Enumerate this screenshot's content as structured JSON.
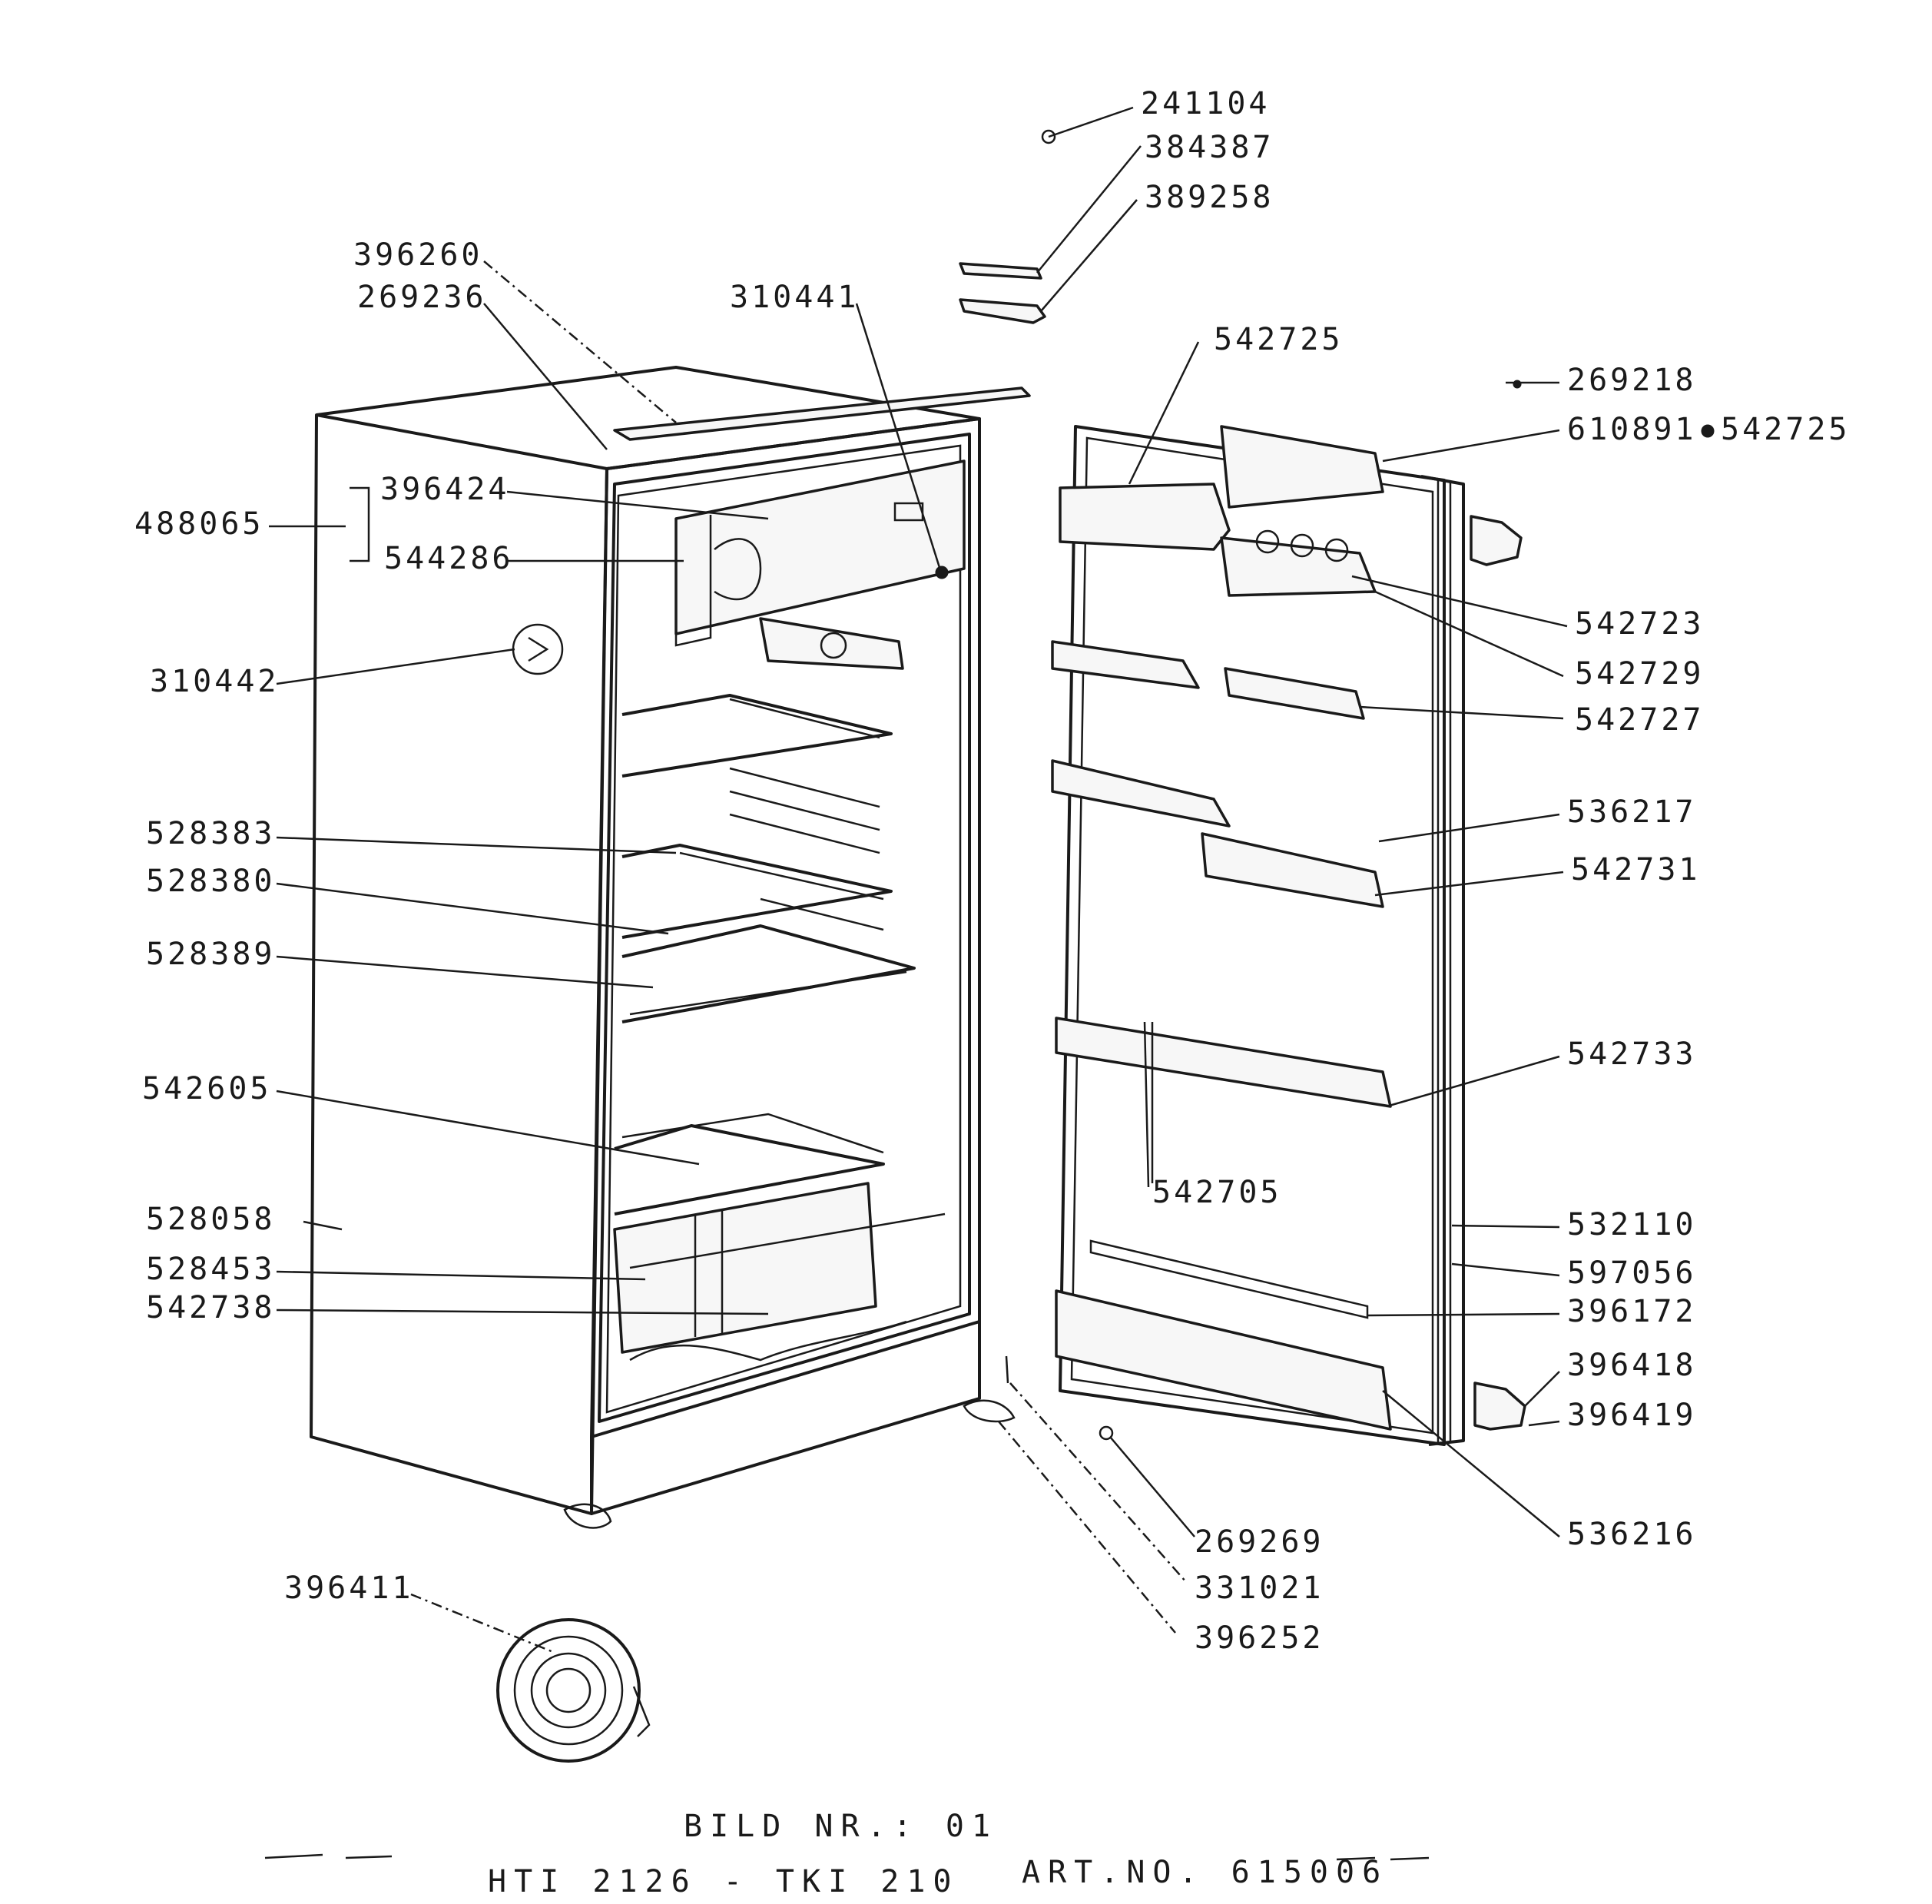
{
  "diagram": {
    "caption": {
      "figure": "BILD  NR.: 01",
      "model": "HTI  2126 - TKI  210",
      "article": "ART.NO. 615006"
    },
    "parts": [
      {
        "id": "241104"
      },
      {
        "id": "384387"
      },
      {
        "id": "389258"
      },
      {
        "id": "396260"
      },
      {
        "id": "269236"
      },
      {
        "id": "310441"
      },
      {
        "id": "542725"
      },
      {
        "id": "269218"
      },
      {
        "id": "610891"
      },
      {
        "id": "542725b",
        "text": "542725"
      },
      {
        "id": "488065"
      },
      {
        "id": "396424"
      },
      {
        "id": "544286"
      },
      {
        "id": "310442"
      },
      {
        "id": "542723"
      },
      {
        "id": "542729"
      },
      {
        "id": "542727"
      },
      {
        "id": "528383"
      },
      {
        "id": "528380"
      },
      {
        "id": "528389"
      },
      {
        "id": "536217"
      },
      {
        "id": "542731"
      },
      {
        "id": "542605"
      },
      {
        "id": "542733"
      },
      {
        "id": "542705"
      },
      {
        "id": "528058"
      },
      {
        "id": "528453"
      },
      {
        "id": "542738"
      },
      {
        "id": "532110"
      },
      {
        "id": "597056"
      },
      {
        "id": "396172"
      },
      {
        "id": "396418"
      },
      {
        "id": "396419"
      },
      {
        "id": "536216"
      },
      {
        "id": "269269"
      },
      {
        "id": "331021"
      },
      {
        "id": "396411"
      },
      {
        "id": "396252"
      }
    ]
  }
}
